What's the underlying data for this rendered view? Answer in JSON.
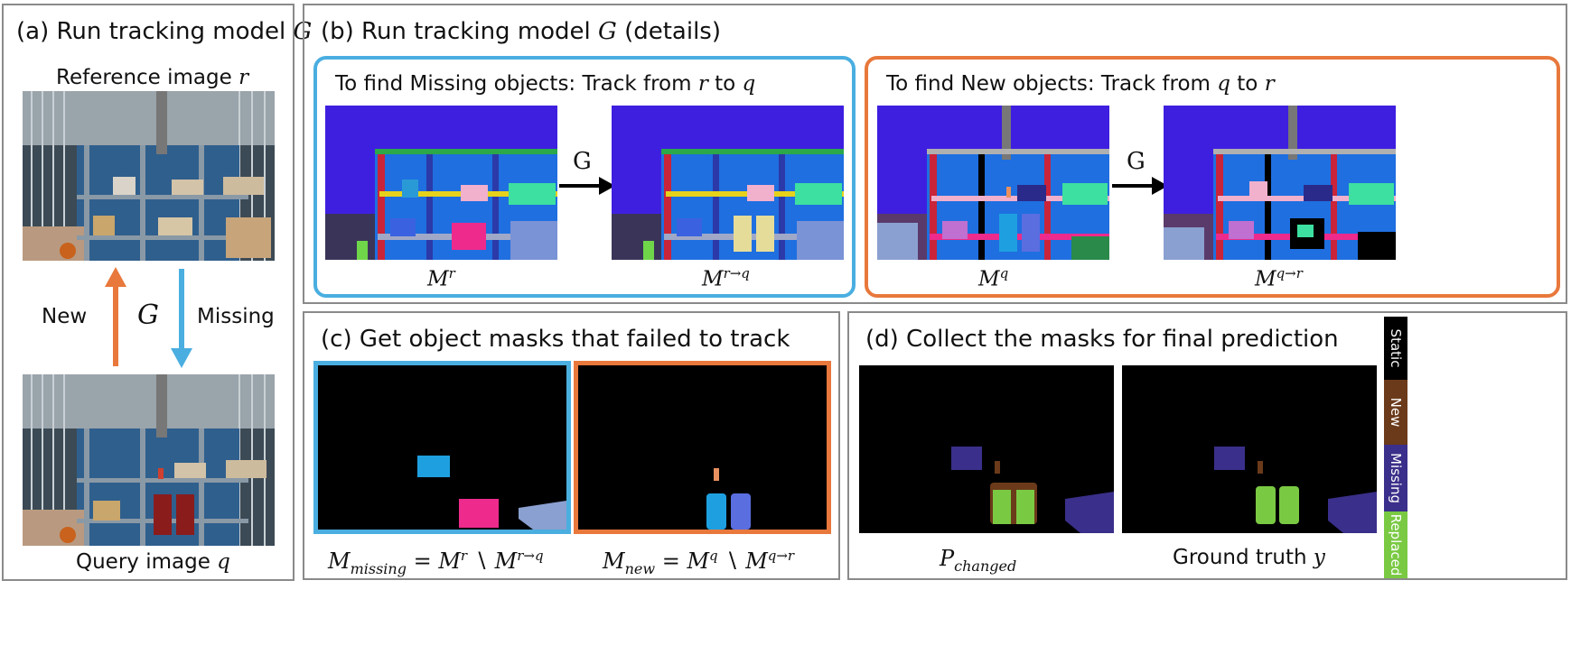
{
  "panel_a": {
    "title": "(a) Run tracking model",
    "title_sym": "G",
    "reference_label": "Reference image",
    "reference_sym": "r",
    "query_label": "Query image",
    "query_sym": "q",
    "arrow_new": "New",
    "arrow_missing": "Missing",
    "center_sym": "G",
    "colors": {
      "new_arrow": "#e8783c",
      "missing_arrow": "#4aaee0"
    }
  },
  "panel_b": {
    "title": "(b) Run tracking model",
    "title_sym": "G",
    "title_suffix": "(details)",
    "left_box": {
      "caption_pre": "To find Missing objects: Track from",
      "caption_a": "r",
      "caption_mid": "to",
      "caption_b": "q",
      "img1_label": "M",
      "img1_sup": "r",
      "img2_label": "M",
      "img2_sup": "r→q",
      "arrow_sym": "G"
    },
    "right_box": {
      "caption_pre": "To find New objects: Track from",
      "caption_a": "q",
      "caption_mid": "to",
      "caption_b": "r",
      "img1_label": "M",
      "img1_sup": "q",
      "img2_label": "M",
      "img2_sup": "q→r",
      "arrow_sym": "G"
    }
  },
  "panel_c": {
    "title": "(c) Get object masks that failed to track",
    "eq_missing": {
      "lhs": "M",
      "lhs_sub": "missing",
      "eq": "=",
      "a": "M",
      "a_sup": "r",
      "op": "∖",
      "b": "M",
      "b_sup": "r→q"
    },
    "eq_new": {
      "lhs": "M",
      "lhs_sub": "new",
      "eq": "=",
      "a": "M",
      "a_sup": "q",
      "op": "∖",
      "b": "M",
      "b_sup": "q→r"
    }
  },
  "panel_d": {
    "title": "(d) Collect the masks for final prediction",
    "pred_label": "P",
    "pred_sub": "changed",
    "gt_label": "Ground truth",
    "gt_sym": "y",
    "legend": [
      {
        "label": "Static",
        "color": "#000000"
      },
      {
        "label": "New",
        "color": "#6b3a1a"
      },
      {
        "label": "Missing",
        "color": "#3a2f8a"
      },
      {
        "label": "Replaced",
        "color": "#7ac943"
      }
    ]
  }
}
